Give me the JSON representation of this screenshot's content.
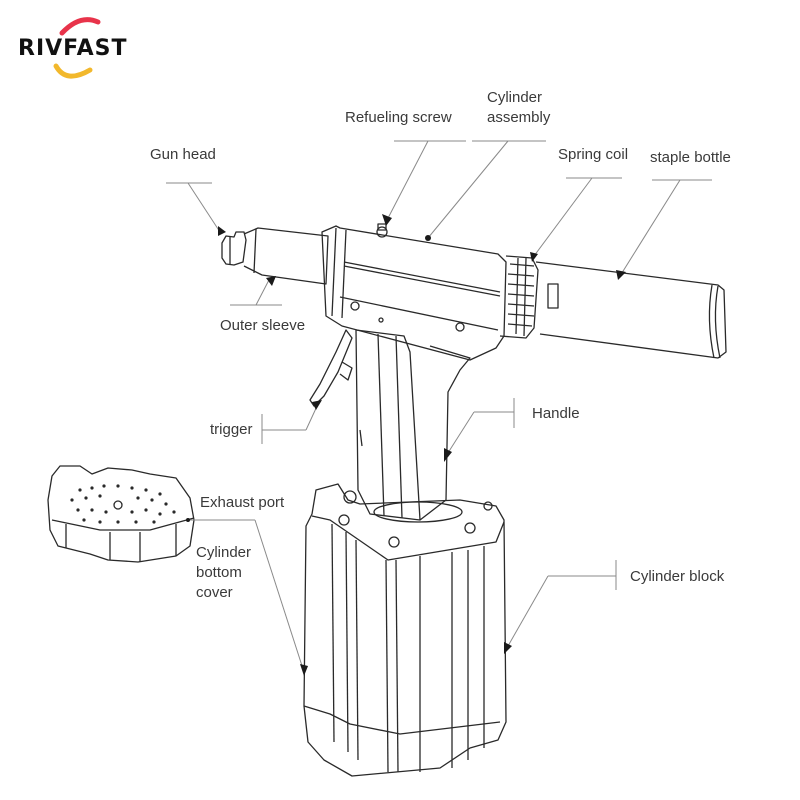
{
  "brand": {
    "name": "RIVFAST",
    "arc_top_color": "#e8334a",
    "arc_bottom_color": "#f2b82c"
  },
  "diagram": {
    "subject": "Pneumatic rivet gun exploded/labelled drawing",
    "line_color": "#2a2a2a",
    "leader_color": "#8a8a8a",
    "labels": {
      "gun_head": "Gun head",
      "refueling_screw": "Refueling screw",
      "cylinder_assembly_1": "Cylinder",
      "cylinder_assembly_2": "assembly",
      "spring_coil": "Spring coil",
      "staple_bottle": "staple bottle",
      "outer_sleeve": "Outer sleeve",
      "trigger": "trigger",
      "handle": "Handle",
      "exhaust_port": "Exhaust port",
      "cylinder_bottom_cover_1": "Cylinder",
      "cylinder_bottom_cover_2": "bottom",
      "cylinder_bottom_cover_3": "cover",
      "cylinder_block": "Cylinder block"
    }
  }
}
